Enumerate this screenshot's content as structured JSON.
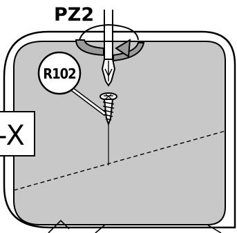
{
  "diagram": {
    "screwdriver_bit": "PZ2",
    "part_callout": "R102",
    "quantity_label": "-X",
    "colors": {
      "panel_fill": "#c8c8c8",
      "outline": "#000000",
      "background": "#ffffff"
    },
    "icons": [
      "screwdriver-icon",
      "rotation-arrow-icon",
      "screw-icon"
    ]
  }
}
